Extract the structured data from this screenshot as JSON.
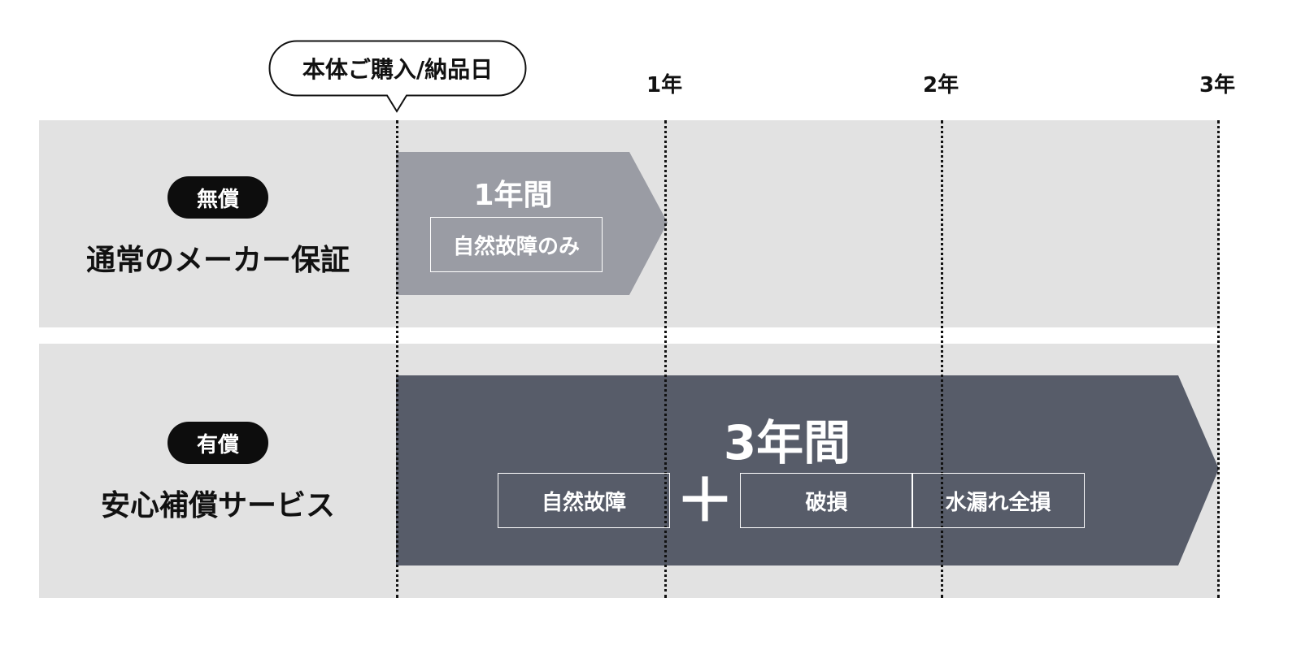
{
  "colors": {
    "row_background": "#e2e2e2",
    "free_arrow": "#9a9ca4",
    "paid_arrow": "#575c69",
    "badge": "#0d0d0d",
    "guide_line": "#111111"
  },
  "timeline": {
    "start_label": "本体ご購入/納品日",
    "year_labels": [
      "1年",
      "2年",
      "3年"
    ]
  },
  "free_plan": {
    "badge": "無償",
    "name": "通常のメーカー保証",
    "duration": "1年間",
    "coverage": "自然故障のみ"
  },
  "paid_plan": {
    "badge": "有償",
    "name": "安心補償サービス",
    "duration": "3年間",
    "coverage_basic": "自然故障",
    "plus_symbol": "＋",
    "coverage_extra": [
      "破損",
      "水漏れ全損"
    ]
  }
}
